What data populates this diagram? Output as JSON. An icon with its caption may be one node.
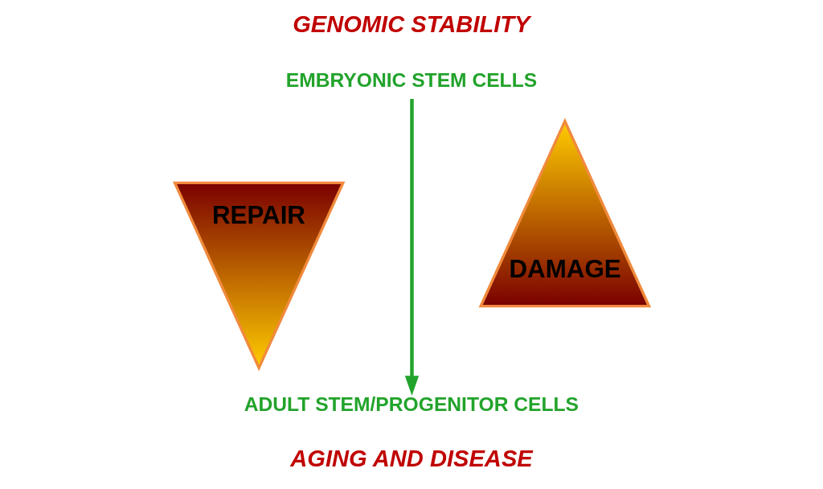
{
  "diagram": {
    "nodes": [
      {
        "text": [
          "REPAIR"
        ]
      },
      {
        "text": [
          "EMBRYONIC STEM CELLS"
        ]
      },
      {
        "text": [
          "ADULT STEM/PROGENITOR CELLS"
        ]
      },
      {
        "text": [
          "DAMAGE"
        ]
      }
    ],
    "edges": [
      {
        "from": 1,
        "to": 2,
        "arrow": "to"
      }
    ],
    "labels": [
      "GENOMIC STABILITY",
      "AGING AND DISEASE"
    ]
  }
}
